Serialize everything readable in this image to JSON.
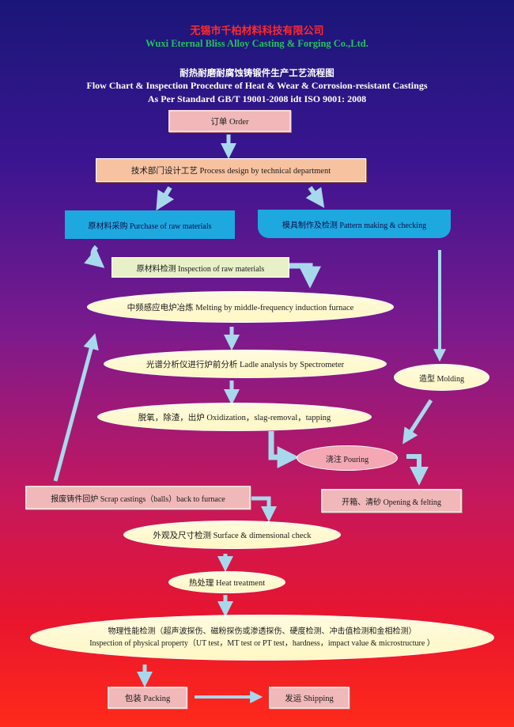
{
  "header": {
    "company_cn": "无锡市千柏材料科技有限公司",
    "company_en": "Wuxi Eternal Bliss Alloy Casting & Forging Co.,Ltd.",
    "title_cn": "耐热耐磨耐腐蚀铸锻件生产工艺流程图",
    "title_en": "Flow Chart & Inspection Procedure of Heat & Wear & Corrosion-resistant Castings",
    "standard": "As Per Standard GB/T 19001-2008 idt ISO 9001: 2008"
  },
  "steps": {
    "order": "订单  Order",
    "process_design": "技术部门设计工艺  Process design by technical department",
    "purchase": "原材料采购  Purchase of raw materials",
    "pattern": "模具制作及检测  Pattern making & checking",
    "inspection_raw": "原材料检测  Inspection of raw materials",
    "melting": "中频感应电炉冶炼  Melting by middle-frequency induction furnace",
    "ladle": "光谱分析仪进行炉前分析  Ladle analysis by Spectrometer",
    "molding": "造型  Molding",
    "oxidization": "脱氧，除渣，出炉  Oxidization，slag-removal，tapping",
    "pouring": "浇注  Pouring",
    "scrap": "报废铸件回炉  Scrap castings（balls）back to furnace",
    "opening": "开箱、清砂  Opening & felting",
    "surface": "外观及尺寸检测  Surface & dimensional check",
    "heat": "热处理  Heat treatment",
    "physical_cn": "物理性能检测（超声波探伤、磁粉探伤或渗透探伤、硬度检测、冲击值检测和金相检测）",
    "physical_en": "Inspection of physical property（UT test，MT test or PT test，hardness，impact value & microstructure  ）",
    "packing": "包装  Packing",
    "shipping": "发运  Shipping"
  },
  "colors": {
    "company_cn": "#ff2a2a",
    "company_en": "#22c45a",
    "title": "#ffffff",
    "arrow": "#a8d8ec"
  }
}
